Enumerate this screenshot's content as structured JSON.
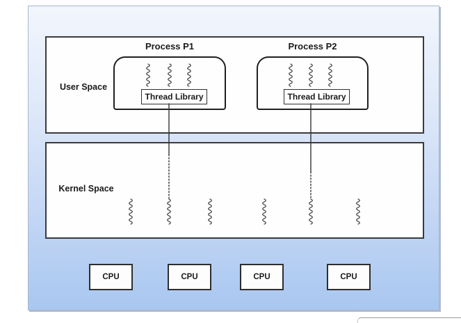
{
  "user_space": {
    "label": "User Space",
    "processes": [
      {
        "label": "Process P1",
        "thread_library": "Thread Library",
        "user_thread_count": 3
      },
      {
        "label": "Process P2",
        "thread_library": "Thread Library",
        "user_thread_count": 3
      }
    ]
  },
  "kernel_space": {
    "label": "Kernel Space",
    "kernel_thread_count": 6
  },
  "cpus": [
    "CPU",
    "CPU",
    "CPU",
    "CPU"
  ],
  "connections": [
    {
      "from_process": 0,
      "to_kernel_thread": 1
    },
    {
      "from_process": 1,
      "to_kernel_thread": 4
    }
  ],
  "colors": {
    "box_stroke": "#2e2e2e",
    "squiggle": "#4d4d4d",
    "connector": "#333333",
    "panel_gradient_top": "#f2f6fd",
    "panel_gradient_bottom": "#a9c7f0"
  }
}
